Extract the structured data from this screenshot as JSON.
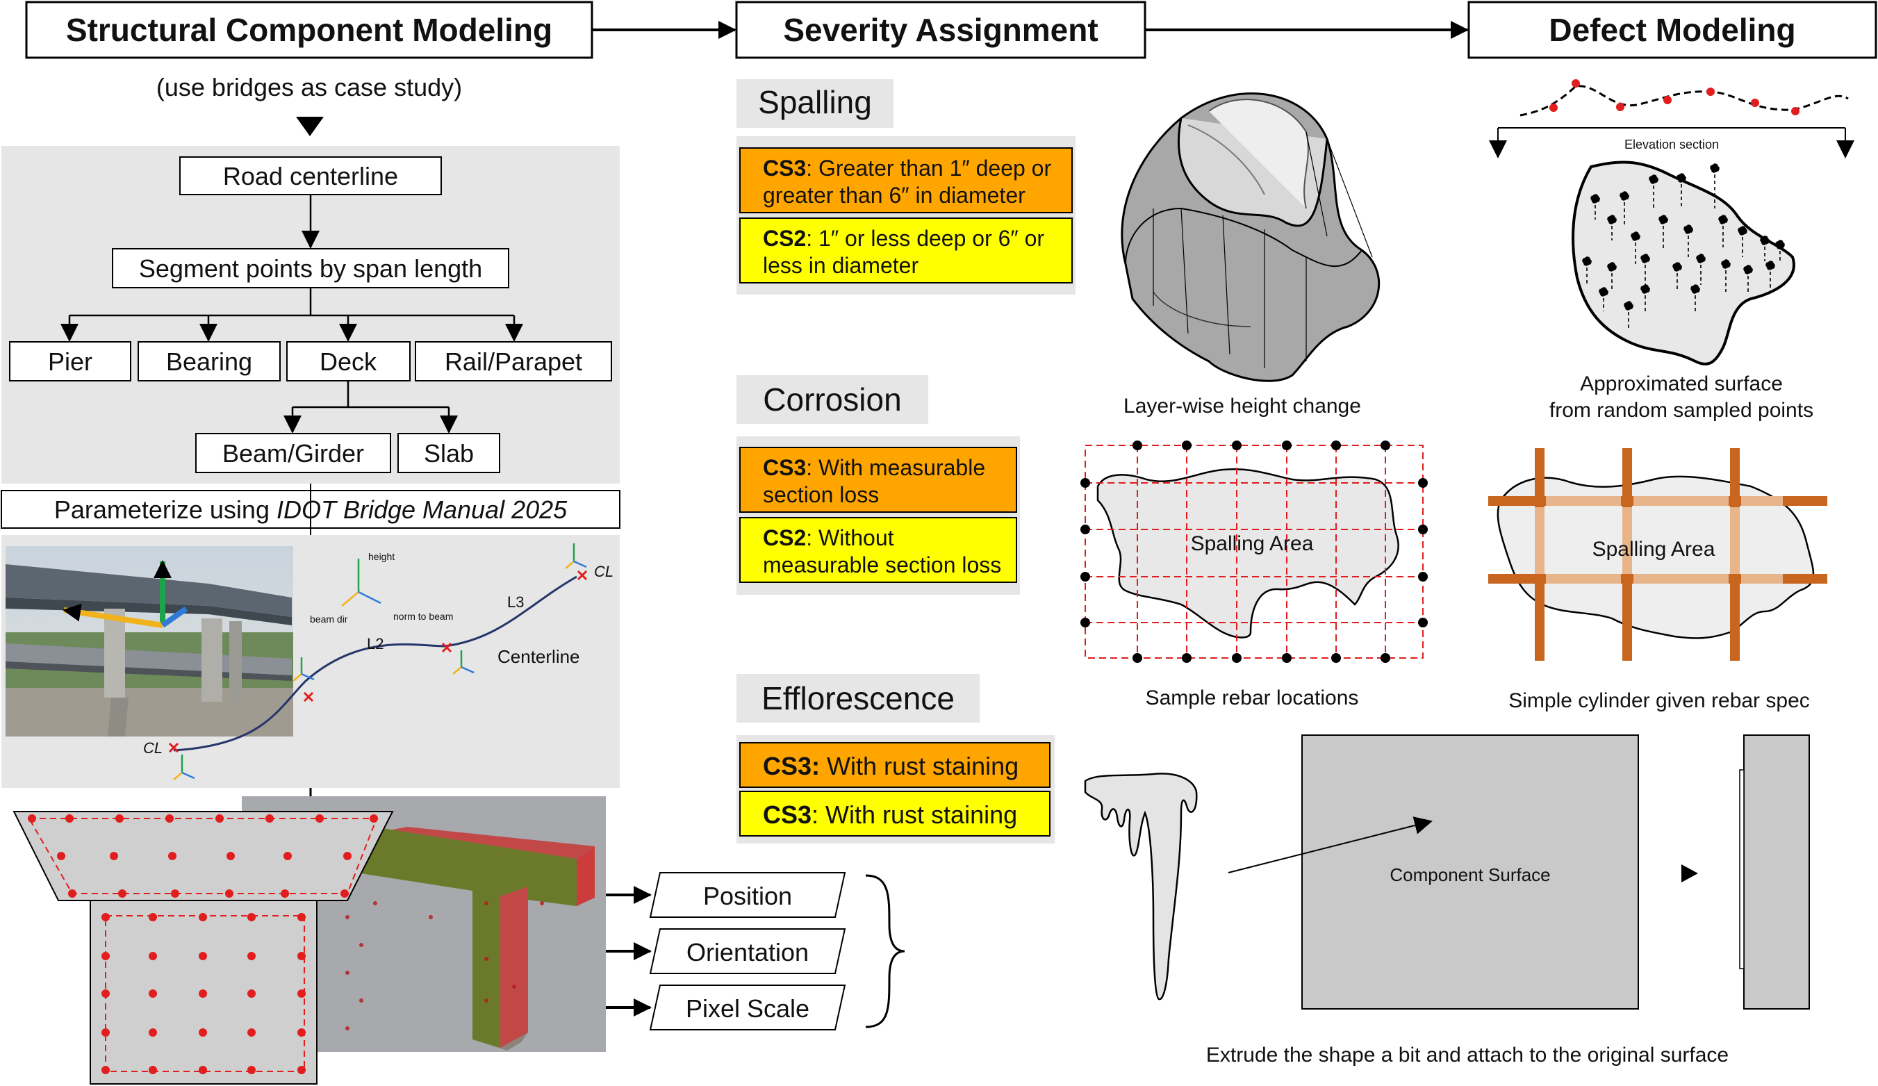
{
  "headers": {
    "structural": "Structural Component Modeling",
    "severity": "Severity Assignment",
    "defect": "Defect Modeling"
  },
  "case_study": "(use bridges as case study)",
  "tree": {
    "root": "Road centerline",
    "segment": "Segment points by span length",
    "pier": "Pier",
    "bearing": "Bearing",
    "deck": "Deck",
    "rail": "Rail/Parapet",
    "beam": "Beam/Girder",
    "slab": "Slab"
  },
  "parameterize": {
    "prefix": "Parameterize using ",
    "emph": "IDOT Bridge Manual 2025"
  },
  "centerline_labels": {
    "height": "height",
    "beam_dir": "beam dir",
    "norm": "norm to beam",
    "l2": "L2",
    "l3": "L3",
    "centerline": "Centerline",
    "cl": "CL"
  },
  "outputs": {
    "position": "Position",
    "orientation": "Orientation",
    "pixel_scale": "Pixel Scale"
  },
  "severity": {
    "spalling": {
      "title": "Spalling",
      "cs3_tag": "CS3",
      "cs3_l1": ": Greater than 1″ deep or",
      "cs3_l2": "greater than 6″ in diameter",
      "cs2_tag": "CS2",
      "cs2_l1": ": 1″ or less deep or 6″ or",
      "cs2_l2": "less in diameter"
    },
    "corrosion": {
      "title": "Corrosion",
      "cs3_tag": "CS3",
      "cs3_l1": ": With measurable",
      "cs3_l2": "section loss",
      "cs2_tag": "CS2",
      "cs2_l1": ": Without",
      "cs2_l2": "measurable section loss"
    },
    "efflorescence": {
      "title": "Efflorescence",
      "cs3a_tag": "CS3:",
      "cs3a_text": " With rust staining",
      "cs3b_tag": "CS3",
      "cs3b_text": ": With rust staining"
    }
  },
  "defect": {
    "layer_caption": "Layer-wise height change",
    "elevation_section": "Elevation section",
    "approx_l1": "Approximated surface",
    "approx_l2": "from random sampled points",
    "spalling_area": "Spalling Area",
    "rebar_caption": "Sample rebar locations",
    "cylinder_caption": "Simple cylinder given rebar spec",
    "component_surface": "Component Surface",
    "extrude_caption": "Extrude the shape a bit and attach to the original surface"
  },
  "colors": {
    "cs3_orange": "#ffa500",
    "cs2_yellow": "#ffff00",
    "panel_gray": "#e6e6e6",
    "rebar_red": "#e11d1d",
    "cylinder_dark": "#c8651e",
    "cylinder_light": "#e8b48a"
  }
}
